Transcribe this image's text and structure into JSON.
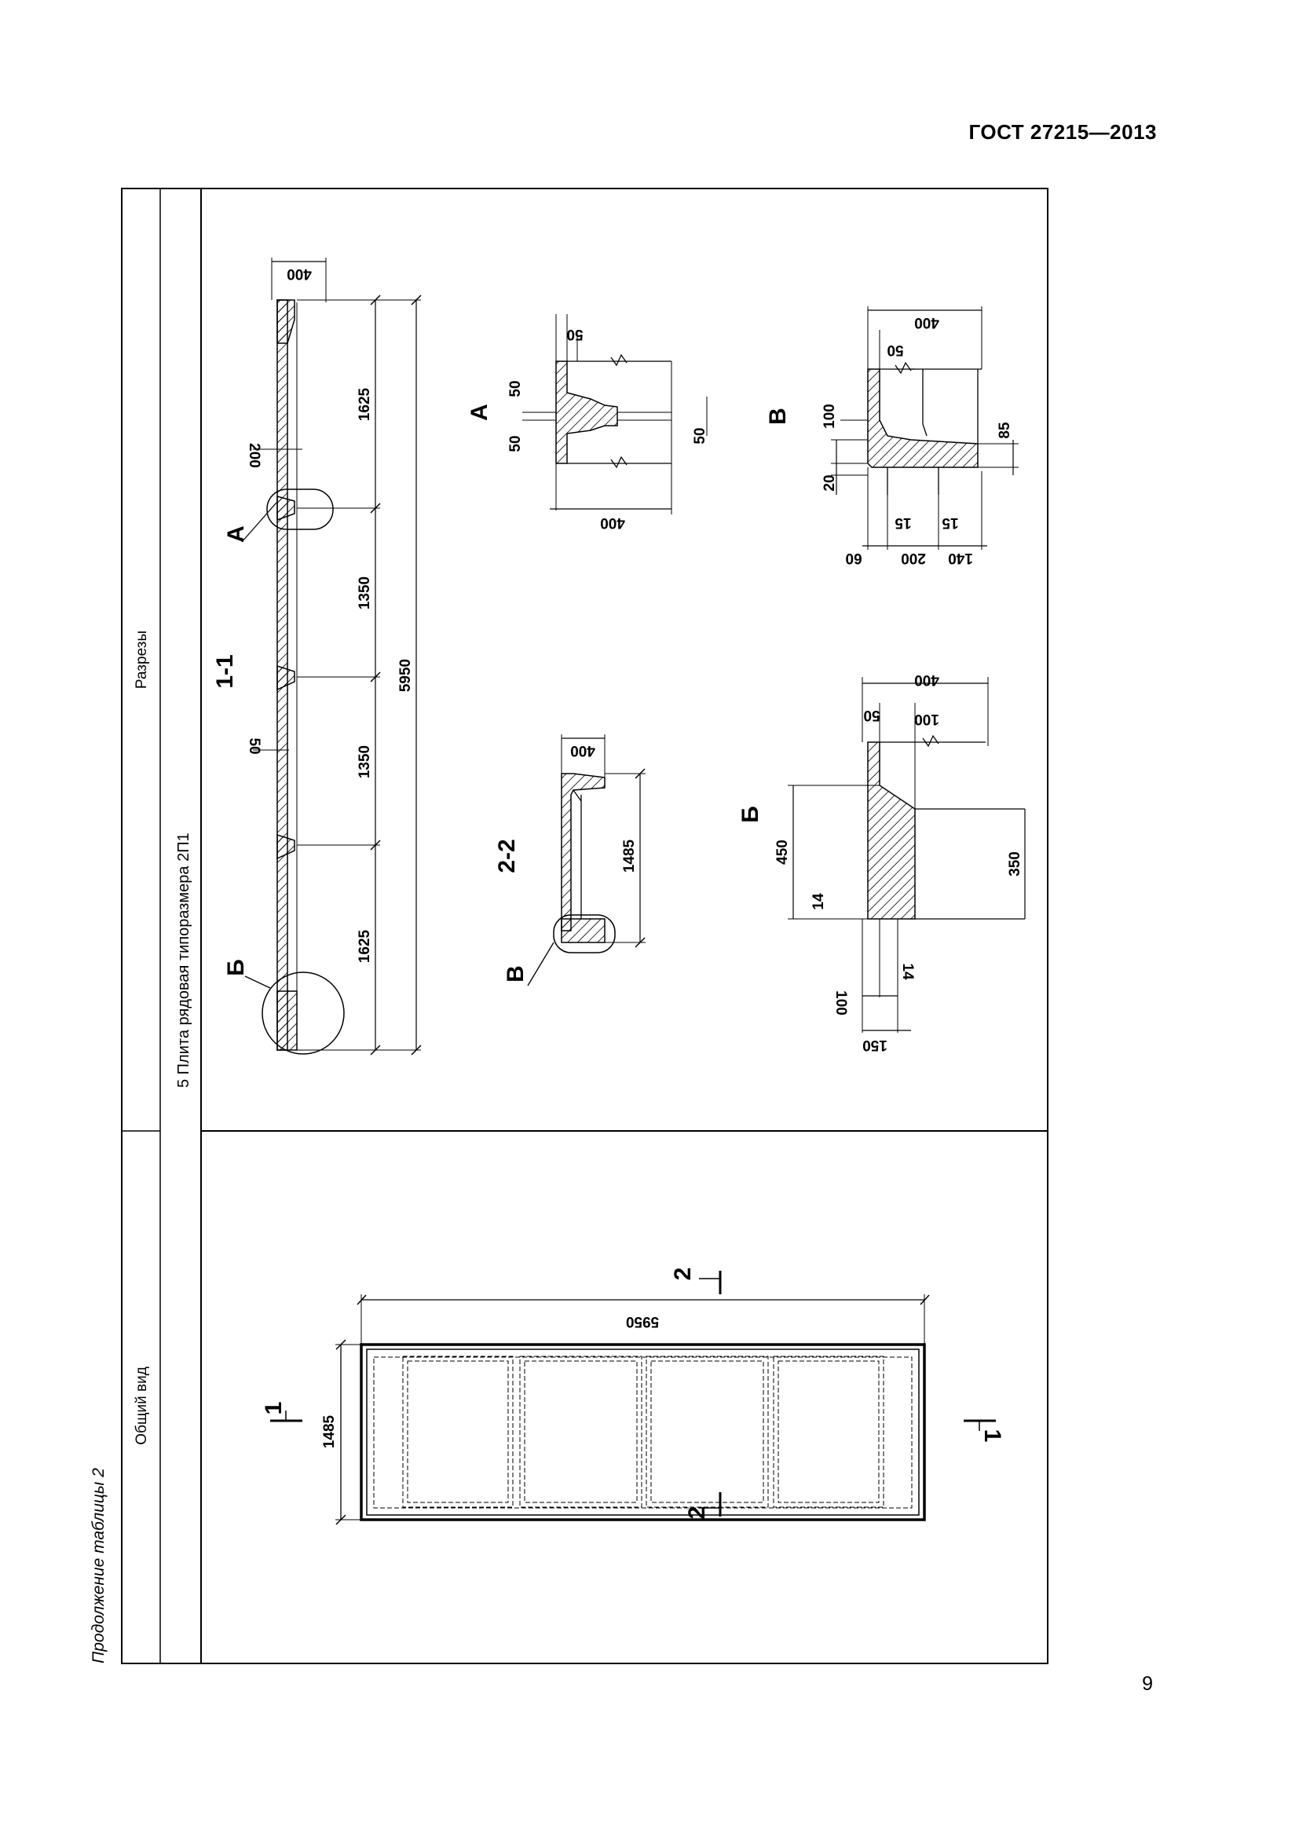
{
  "header": {
    "standard": "ГОСТ 27215—2013"
  },
  "footer": {
    "page_number": "9"
  },
  "table": {
    "continuation": "Продолжение таблицы 2",
    "col_general": "Общий вид",
    "col_sections": "Разрезы",
    "row_title": "5 Плита рядовая типоразмера 2П1"
  },
  "general_view": {
    "length": "5950",
    "width": "1485",
    "cut_1": "1",
    "cut_2": "2"
  },
  "section_1_1": {
    "label": "1-1",
    "overall": "5950",
    "spans": [
      "1625",
      "1350",
      "1350",
      "1625"
    ],
    "top_width": "400",
    "rib_200": "200",
    "rib_50": "50",
    "callout_a": "А",
    "callout_b": "Б"
  },
  "section_2_2": {
    "label": "2-2",
    "width": "1485",
    "height": "400",
    "callout_v": "В"
  },
  "detail_a": {
    "label": "А",
    "dims": {
      "d50_top": "50",
      "d50_left": "50",
      "d50_mid": "50",
      "d50_right": "50",
      "d400": "400"
    }
  },
  "detail_b": {
    "label": "Б",
    "dims": {
      "d400": "400",
      "d50": "50",
      "d100_top": "100",
      "d450": "450",
      "d14_left": "14",
      "d350": "350",
      "d14_bottom": "14",
      "d100_bottom": "100",
      "d150": "150"
    }
  },
  "detail_v": {
    "label": "В",
    "dims": {
      "d400": "400",
      "d50": "50",
      "d100": "100",
      "d20": "20",
      "d85": "85",
      "d15a": "15",
      "d15b": "15",
      "d60": "60",
      "d200": "200",
      "d140": "140"
    }
  }
}
